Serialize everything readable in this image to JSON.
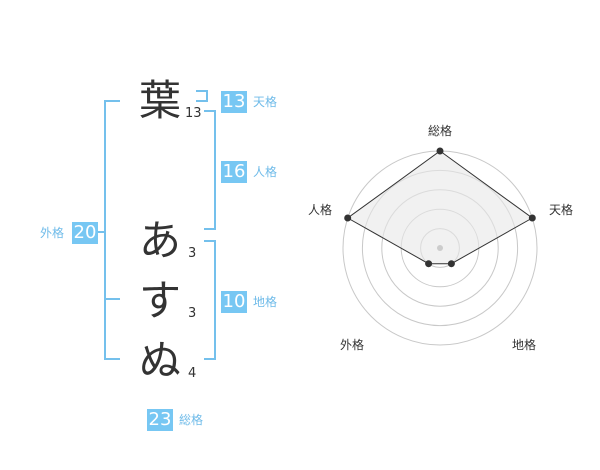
{
  "characters": [
    {
      "char": "葉",
      "strokes": "13"
    },
    {
      "char": "あ",
      "strokes": "3"
    },
    {
      "char": "す",
      "strokes": "3"
    },
    {
      "char": "ぬ",
      "strokes": "4"
    }
  ],
  "fortunes": {
    "tenkaku": {
      "label": "天格",
      "value": "13"
    },
    "jinkaku": {
      "label": "人格",
      "value": "16"
    },
    "chikaku": {
      "label": "地格",
      "value": "10"
    },
    "gaikaku": {
      "label": "外格",
      "value": "20"
    },
    "soukaku": {
      "label": "総格",
      "value": "23"
    }
  },
  "radar": {
    "labels": {
      "top": "総格",
      "right": "天格",
      "left": "人格",
      "bottom_left": "外格",
      "bottom_right": "地格"
    },
    "levels": 5,
    "values": {
      "soukaku": 5,
      "tenkaku": 5,
      "chikaku": 1,
      "gaikaku": 1,
      "jinkaku": 5
    },
    "colors": {
      "polygon_fill": "#e8e8e8",
      "polygon_stroke": "#333333",
      "point": "#333333",
      "grid": "#c8c8c8",
      "center": "#cccccc"
    }
  },
  "colors": {
    "accent": "#77c7f3",
    "bracket": "#74c0ec"
  }
}
